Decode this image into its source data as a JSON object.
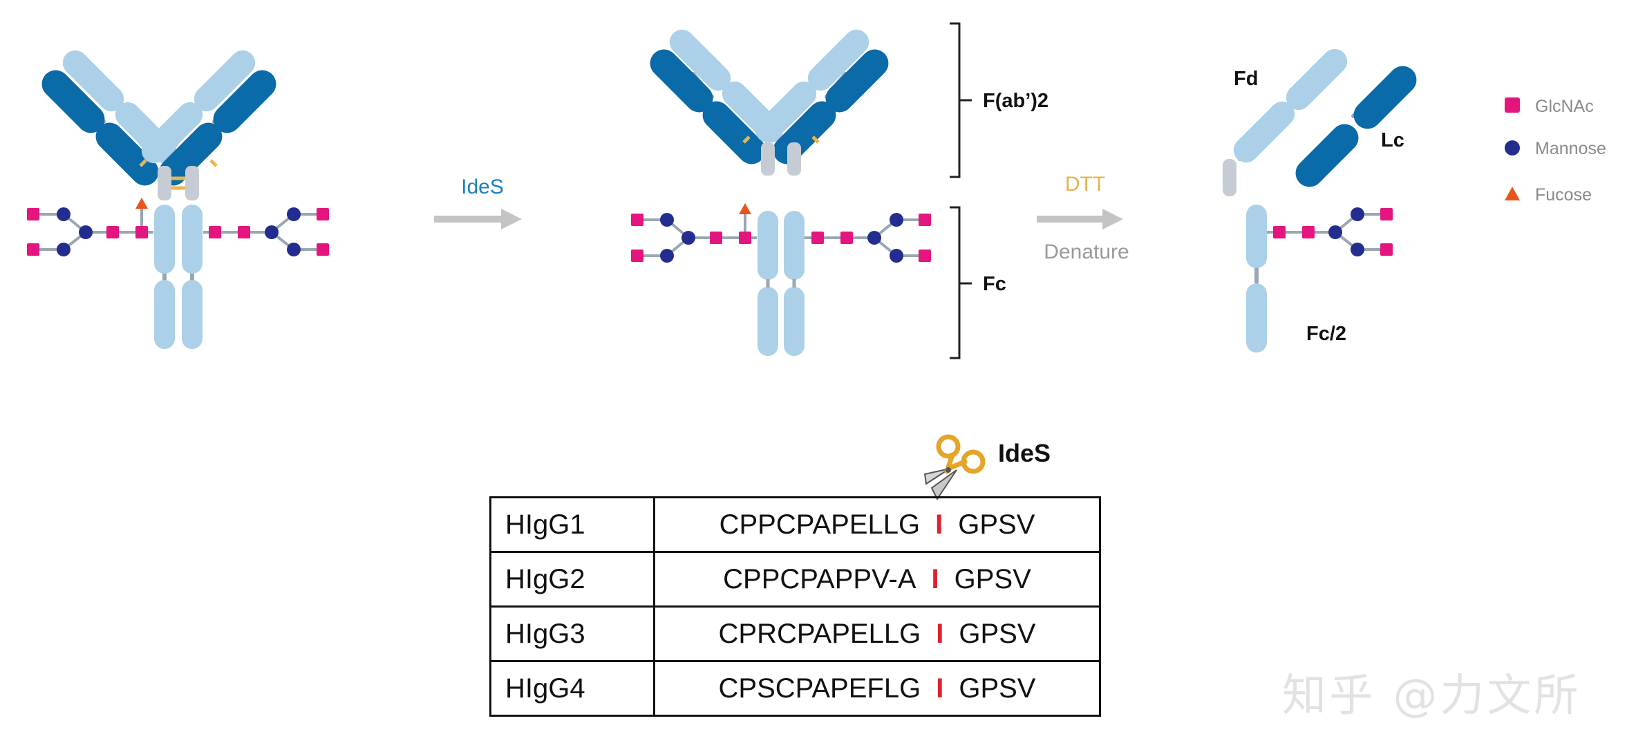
{
  "steps": {
    "ides_label": "IdeS",
    "dtt_label": "DTT",
    "denature_label": "Denature"
  },
  "fragments": {
    "fab2": "F(ab’)2",
    "fc": "Fc",
    "fd": "Fd",
    "lc": "Lc",
    "fc_half": "Fc/2"
  },
  "legend": {
    "items": [
      {
        "label": "GlcNAc",
        "shape": "square",
        "color": "#e4157f"
      },
      {
        "label": "Mannose",
        "shape": "circle",
        "color": "#232d8f"
      },
      {
        "label": "Fucose",
        "shape": "triangle",
        "color": "#e9541b"
      }
    ]
  },
  "cleavage": {
    "enzyme_label": "IdeS",
    "rows": [
      {
        "name": "HIgG1",
        "left": "CPPCPAPELLG",
        "right": "GPSV"
      },
      {
        "name": "HIgG2",
        "left": "CPPCPAPPV-A",
        "right": "GPSV"
      },
      {
        "name": "HIgG3",
        "left": "CPRCPAPELLG",
        "right": "GPSV"
      },
      {
        "name": "HIgG4",
        "left": "CPSCPAPEFLG",
        "right": "GPSV"
      }
    ],
    "cut_mark": "I"
  },
  "watermark": "知乎 @力文所",
  "colors": {
    "heavy_light_blue": "#abd0e8",
    "light_chain_dark_blue": "#0b6aa8",
    "hinge_gray": "#c5ccd4",
    "disulfide_gold": "#e8b64c",
    "arrow_gray": "#c4c4c4",
    "ides_blue": "#1b7fc1",
    "dtt_gold": "#e8b24c",
    "cut_red": "#e0202e"
  }
}
